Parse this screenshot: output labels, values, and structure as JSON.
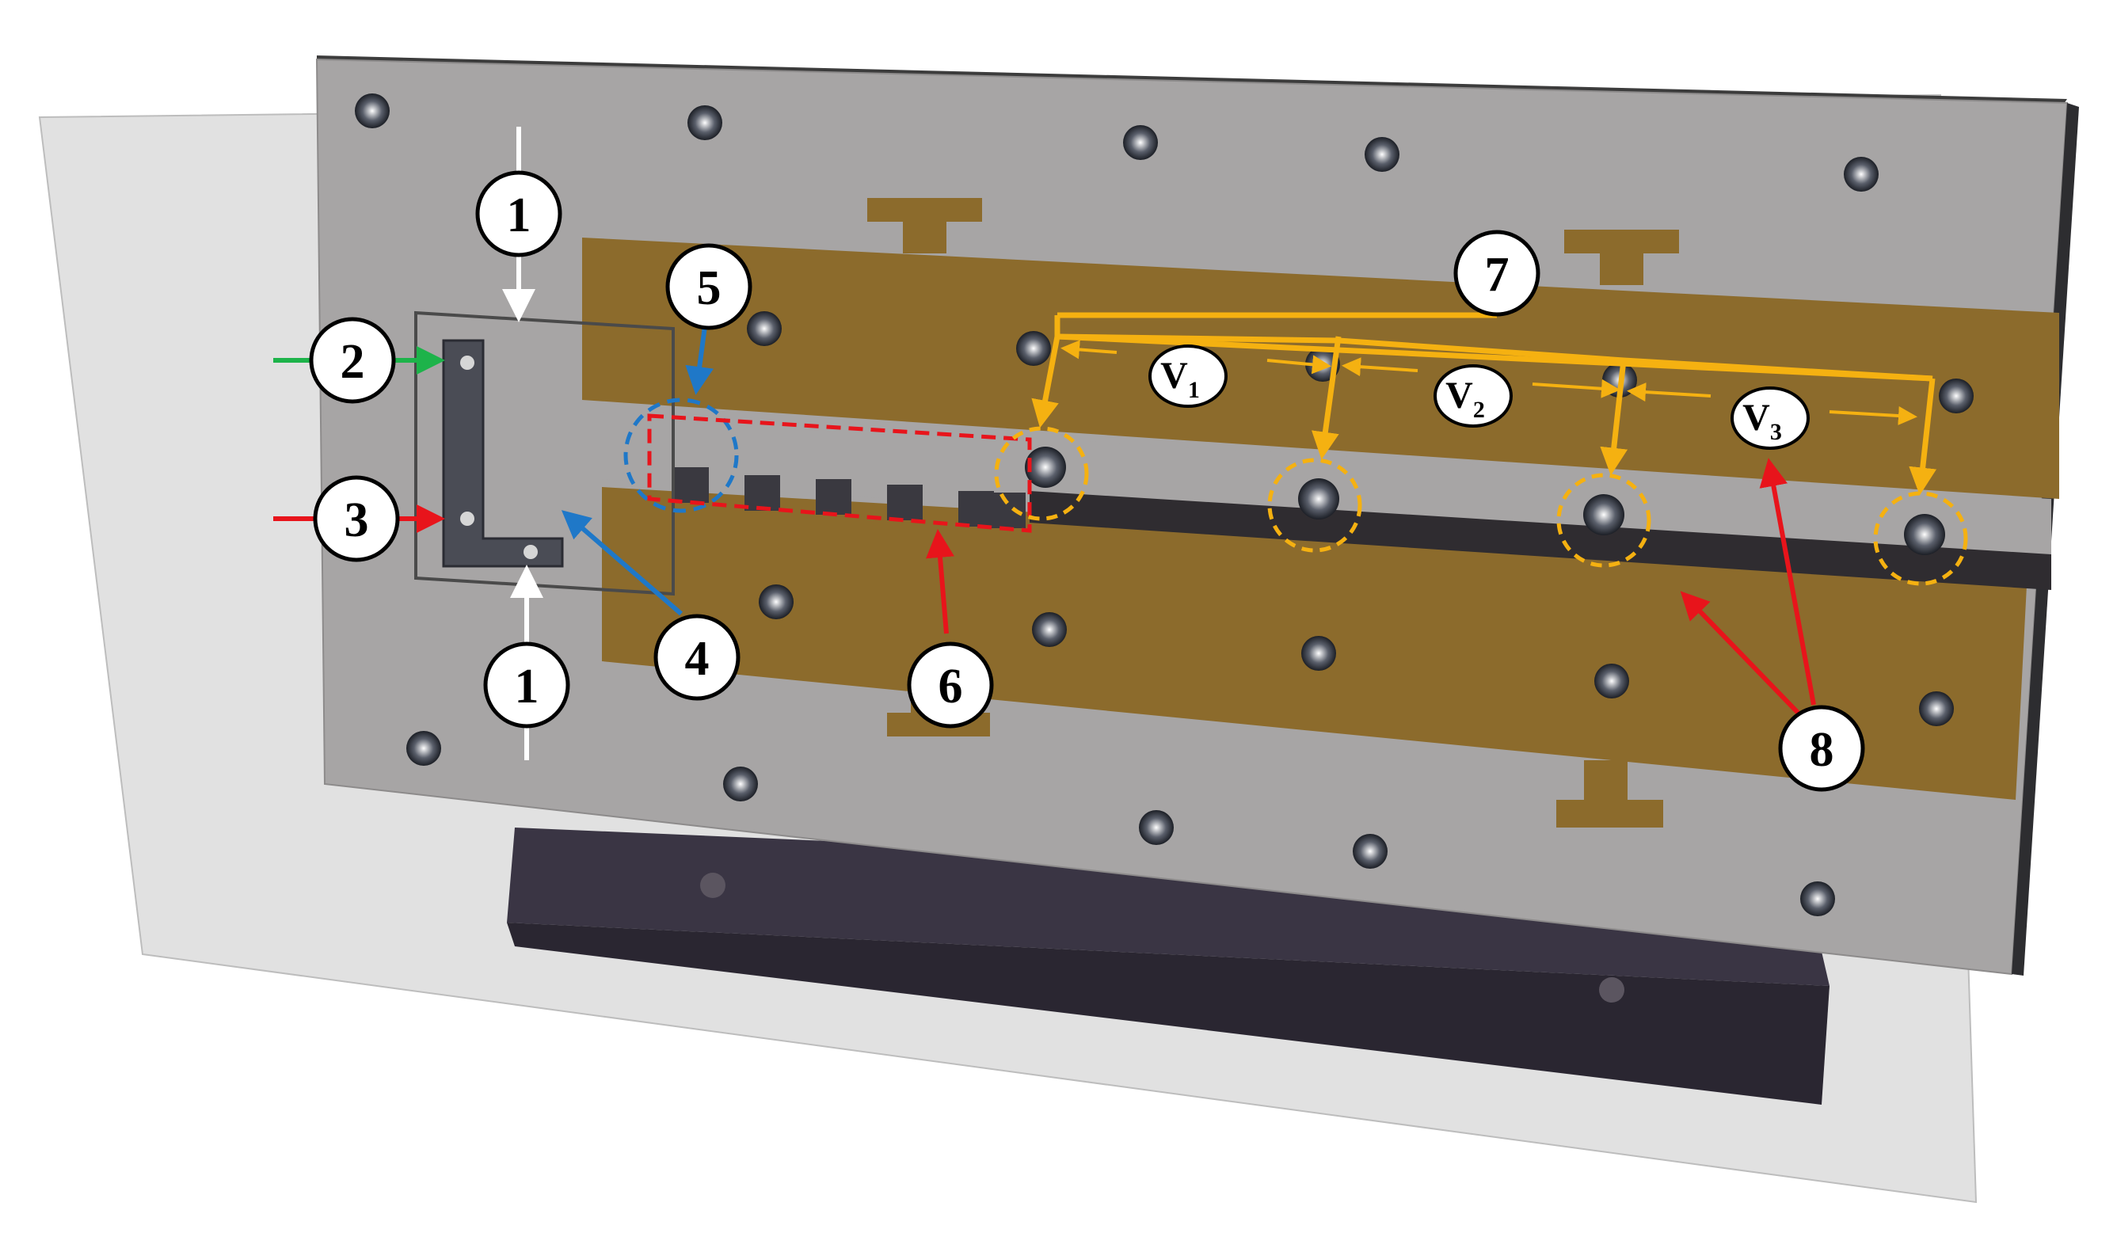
{
  "callouts": {
    "c1_top": "1",
    "c1_bottom": "1",
    "c2": "2",
    "c3": "3",
    "c4": "4",
    "c5": "5",
    "c6": "6",
    "c7": "7",
    "c8": "8"
  },
  "dimensions": {
    "v1": {
      "main": "V",
      "sub": "1"
    },
    "v2": {
      "main": "V",
      "sub": "2"
    },
    "v3": {
      "main": "V",
      "sub": "3"
    }
  },
  "colors": {
    "white_arrow": "#ffffff",
    "green_arrow": "#1db34a",
    "red_arrow": "#e8141b",
    "blue_arrow": "#1f78c8",
    "orange_arrow": "#f5b111",
    "gold_plate": "#8c6b2c",
    "grey_plate": "#a7a5a5",
    "dark_bar": "#3a3544"
  }
}
